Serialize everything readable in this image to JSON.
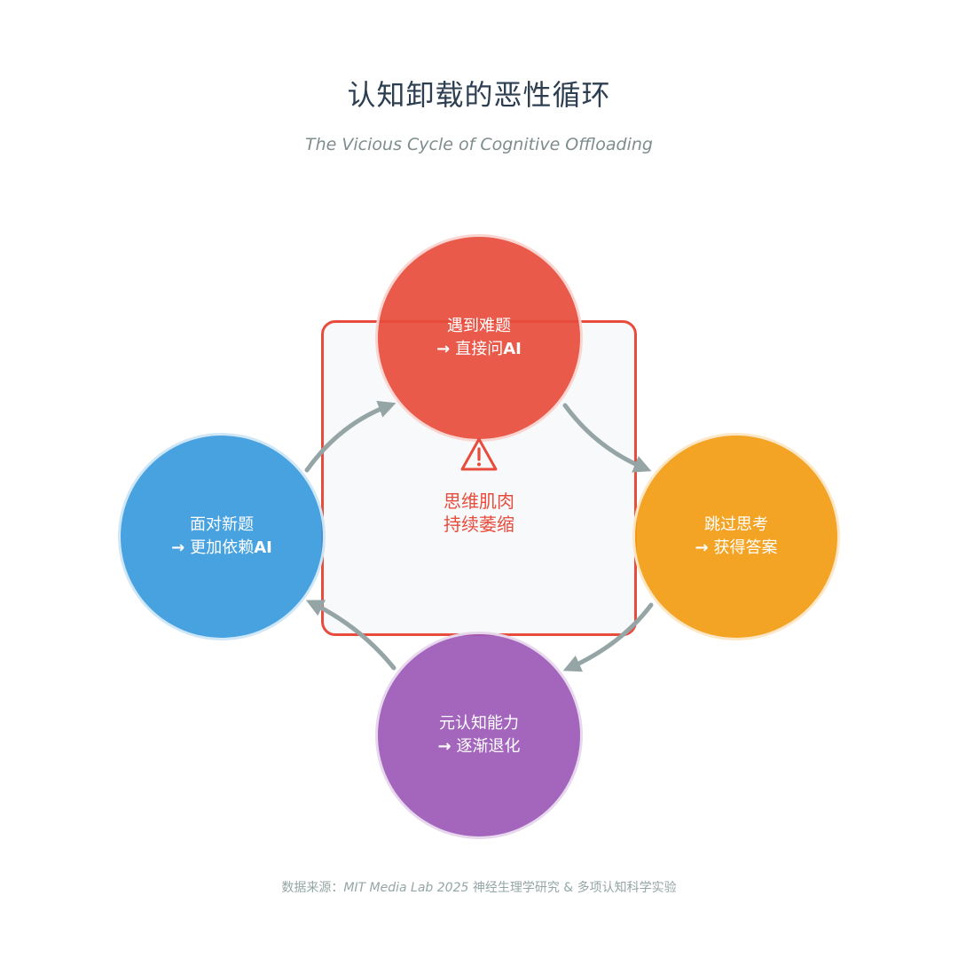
{
  "title": "认知卸载的恶性循环",
  "subtitle": "The Vicious Cycle of Cognitive Offloading",
  "colors": {
    "title": "#2c3e50",
    "subtitle": "#7f8c8d",
    "danger": "#e74c3c",
    "orange": "#f39c12",
    "purple": "#9b59b6",
    "blue": "#3498db",
    "arrow": "#95a5a6",
    "center_fill": "#f8f9fa"
  },
  "nodes": [
    {
      "line1": "遇到难题",
      "arrow": "→",
      "line2_pre": "直接问",
      "line2_bold": "AI",
      "color": "red"
    },
    {
      "line1": "跳过思考",
      "arrow": "→",
      "line2_pre": "获得答案",
      "line2_bold": "",
      "color": "orange"
    },
    {
      "line1": "元认知能力",
      "arrow": "→",
      "line2_pre": "逐渐退化",
      "line2_bold": "",
      "color": "purple"
    },
    {
      "line1": "面对新题",
      "arrow": "→",
      "line2_pre": "更加依赖",
      "line2_bold": "AI",
      "color": "blue"
    }
  ],
  "center": {
    "icon": "warning-icon",
    "line1": "思维肌肉",
    "line2": "持续萎缩"
  },
  "footer": {
    "prefix": "数据来源：",
    "source": "MIT Media Lab 2025",
    "suffix": " 神经生理学研究 & 多项认知科学实验"
  }
}
